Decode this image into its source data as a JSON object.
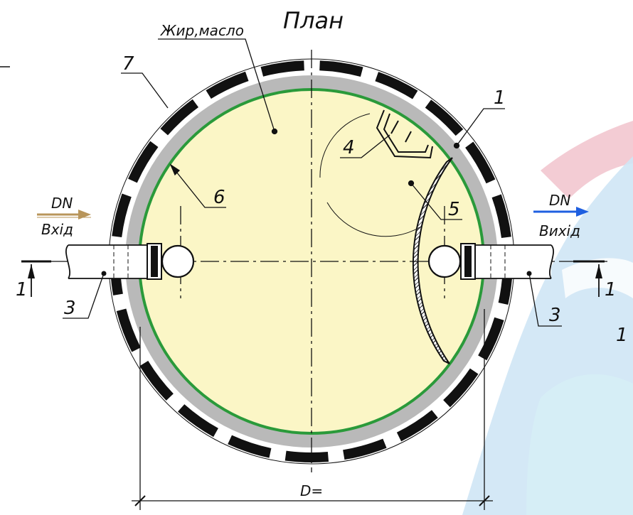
{
  "title": "План",
  "contents_label": "Жир,масло",
  "inlet": {
    "dn": "DN",
    "label": "Вхід",
    "color": "#b8955a"
  },
  "outlet": {
    "dn": "DN",
    "label": "Вихід",
    "color": "#1f5fe0"
  },
  "callouts": {
    "c1_top": "1",
    "c3_left": "3",
    "c3_right": "3",
    "c4": "4",
    "c5": "5",
    "c6": "6",
    "c7": "7"
  },
  "section_marks": {
    "left": "1",
    "right": "1",
    "far_right": "1"
  },
  "dimension_label": "D=",
  "colors": {
    "fill_liquid": "#fbf6c6",
    "inner_wall": "#2a9a3a",
    "ring": "#b9b9b9",
    "insulation": "#111111",
    "watermark_red": "#f2c7cf",
    "watermark_blue": "#cfe6f5",
    "watermark_cyan": "#d6eef6"
  }
}
